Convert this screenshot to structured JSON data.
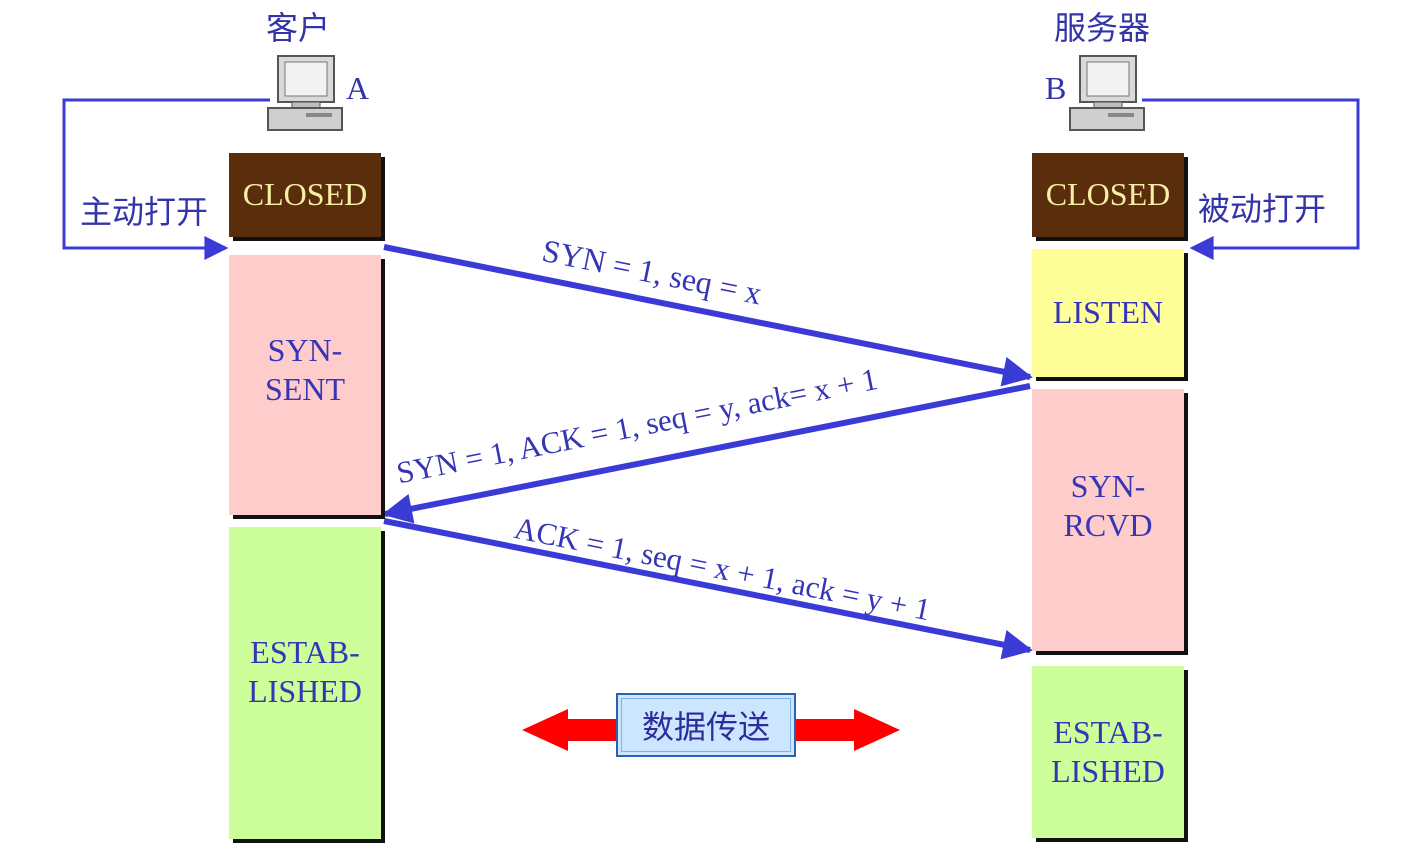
{
  "client": {
    "title": "客户",
    "letter": "A",
    "open_label": "主动打开"
  },
  "server": {
    "title": "服务器",
    "letter": "B",
    "open_label": "被动打开"
  },
  "client_states": {
    "closed": "CLOSED",
    "syn_sent": [
      "SYN-",
      "SENT"
    ],
    "established": [
      "ESTAB-",
      "LISHED"
    ]
  },
  "server_states": {
    "closed": "CLOSED",
    "listen": "LISTEN",
    "syn_rcvd": [
      "SYN-",
      "RCVD"
    ],
    "established": [
      "ESTAB-",
      "LISHED"
    ]
  },
  "messages": {
    "syn": "SYN = 1, seq = x",
    "syn_ack": "SYN = 1, ACK = 1, seq = y, ack= x + 1",
    "ack": "ACK = 1, seq = x + 1, ack = y + 1"
  },
  "data_transfer": "数据传送",
  "colors": {
    "arrow": "#3a3ad6",
    "data_arrow": "#ff0000",
    "closed_bg": "#5a2d0c",
    "syn_bg": "#ffcccc",
    "listen_bg": "#ffff99",
    "established_bg": "#ccff99"
  },
  "icons": [
    "computer-icon"
  ]
}
